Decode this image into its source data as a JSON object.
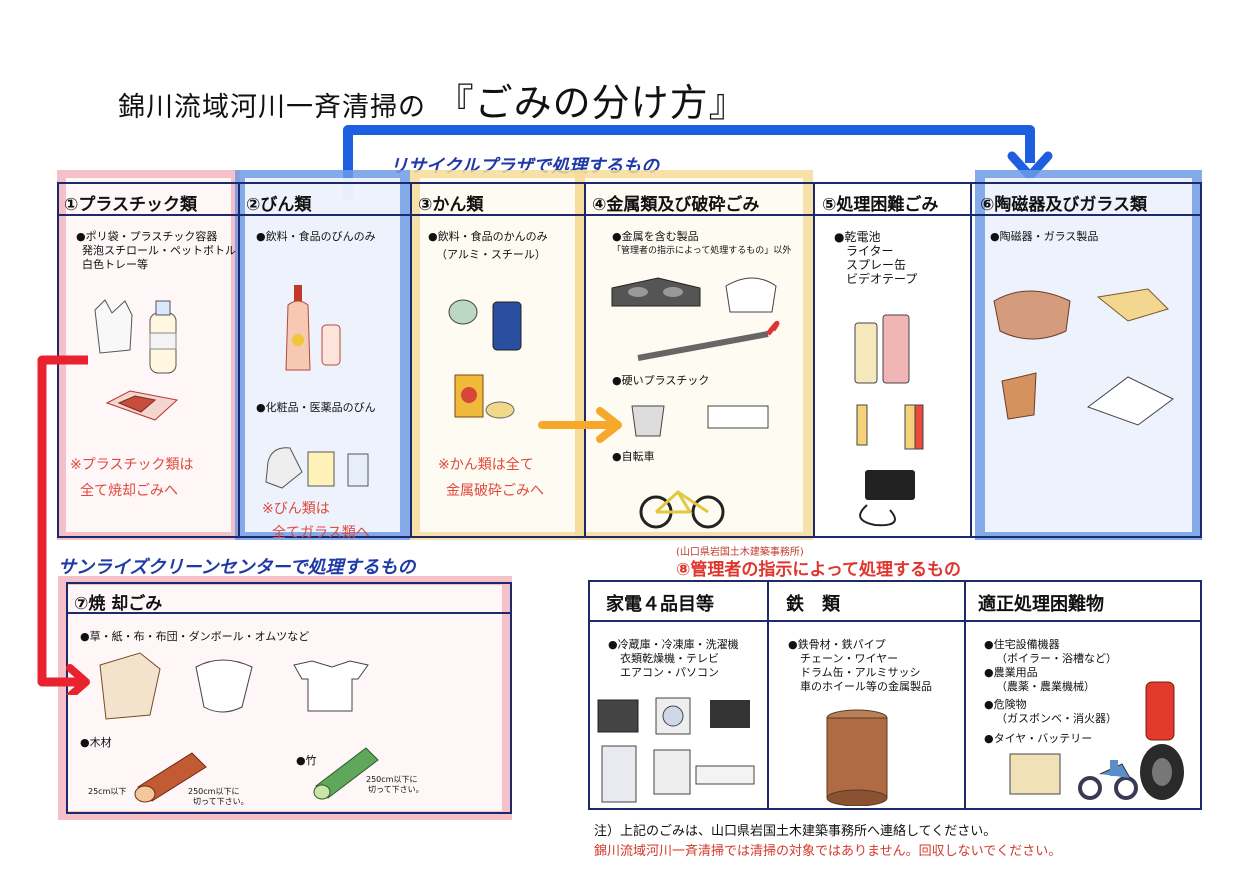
{
  "title": {
    "prefix": "錦川流域河川一斉清掃の",
    "main": "『ごみの分け方』"
  },
  "recycle_section": "リサイクルプラザで処理するもの",
  "sunrise_section": "サンライズクリーンセンターで処理するもの",
  "kanrisha_org": "(山口県岩国土木建築事務所)",
  "kanrisha_section": "⑧管理者の指示によって処理するもの",
  "categories": [
    {
      "header": "①プラスチック類",
      "items": [
        "●ポリ袋・プラスチック容器",
        "発泡スチロール・ペットボトル",
        "白色トレー等"
      ],
      "note": [
        "※プラスチック類は",
        "全て焼却ごみへ"
      ]
    },
    {
      "header": "②びん類",
      "items": [
        "●飲料・食品のびんのみ"
      ],
      "items2": [
        "●化粧品・医薬品のびん"
      ],
      "note": [
        "※びん類は",
        "全てガラス類へ"
      ]
    },
    {
      "header": "③かん類",
      "items": [
        "●飲料・食品のかんのみ",
        "（アルミ・スチール）"
      ],
      "note": [
        "※かん類は全て",
        "金属破砕ごみへ"
      ]
    },
    {
      "header": "④金属類及び破砕ごみ",
      "items": [
        "●金属を含む製品",
        "「管理者の指示によって処理するもの」以外"
      ],
      "items2": [
        "●硬いプラスチック"
      ],
      "items3": [
        "●自転車"
      ]
    },
    {
      "header": "⑤処理困難ごみ",
      "items": [
        "●乾電池",
        "ライター",
        "スプレー缶",
        "ビデオテープ"
      ]
    },
    {
      "header": "⑥陶磁器及びガラス類",
      "items": [
        "●陶磁器・ガラス製品"
      ]
    }
  ],
  "burnable": {
    "header": "⑦焼 却ごみ",
    "items": "●草・紙・布・布団・ダンボール・オムツなど",
    "wood": "●木材",
    "bamboo": "●竹",
    "wood_dim1": "25cm以下",
    "wood_dim2": [
      "250cm以下に",
      "切って下さい。"
    ],
    "bamboo_dim": [
      "250cm以下に",
      "切って下さい。"
    ]
  },
  "kanrisha_cols": [
    {
      "header": "家電４品目等",
      "items": [
        "●冷蔵庫・冷凍庫・洗濯機",
        "衣類乾燥機・テレビ",
        "エアコン・パソコン"
      ]
    },
    {
      "header": "鉄　類",
      "items": [
        "●鉄骨材・鉄パイプ",
        "チェーン・ワイヤー",
        "ドラム缶・アルミサッシ",
        "車のホイール等の金属製品"
      ]
    },
    {
      "header": "適正処理困難物",
      "items": [
        "●住宅設備機器",
        "（ボイラー・浴槽など）",
        "●農業用品",
        "（農薬・農業機械）",
        "●危険物",
        "（ガスボンベ・消火器）",
        "●タイヤ・バッテリー"
      ]
    }
  ],
  "footer": {
    "note1": "注）上記のごみは、山口県岩国土木建築事務所へ連絡してください。",
    "note2": "錦川流域河川一斉清掃では清掃の対象ではありません。回収しないでください。"
  },
  "colors": {
    "pink": "#f2b6c0",
    "blue": "#6f9be6",
    "yellow": "#f7dc9a",
    "navy": "#1c2a6b",
    "red_arrow": "#e8222f",
    "orange_arrow": "#f5a82a",
    "blue_arrow": "#1e5fe0"
  }
}
